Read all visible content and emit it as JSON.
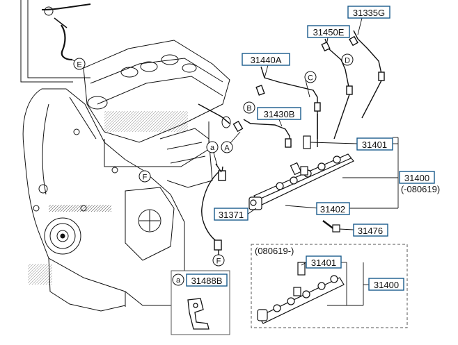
{
  "parts": {
    "p31335G": "31335G",
    "p31450E": "31450E",
    "p31440A": "31440A",
    "p31430B": "31430B",
    "p31401_top": "31401",
    "p31400_top": "31400",
    "p31400_note": "(-080619)",
    "p31402": "31402",
    "p31371": "31371",
    "p31476": "31476",
    "p31488B": "31488B",
    "p31401_bottom": "31401",
    "p31400_bottom": "31400",
    "inset_note": "(080619-)"
  },
  "callouts": {
    "A": "A",
    "B": "B",
    "C": "C",
    "D": "D",
    "E": "E",
    "F_engine": "F",
    "F_line": "F",
    "a_top": "a",
    "a_box": "a"
  },
  "colors": {
    "label_border": "#1a5a8c",
    "line": "#111111",
    "dashed": "#555555"
  }
}
